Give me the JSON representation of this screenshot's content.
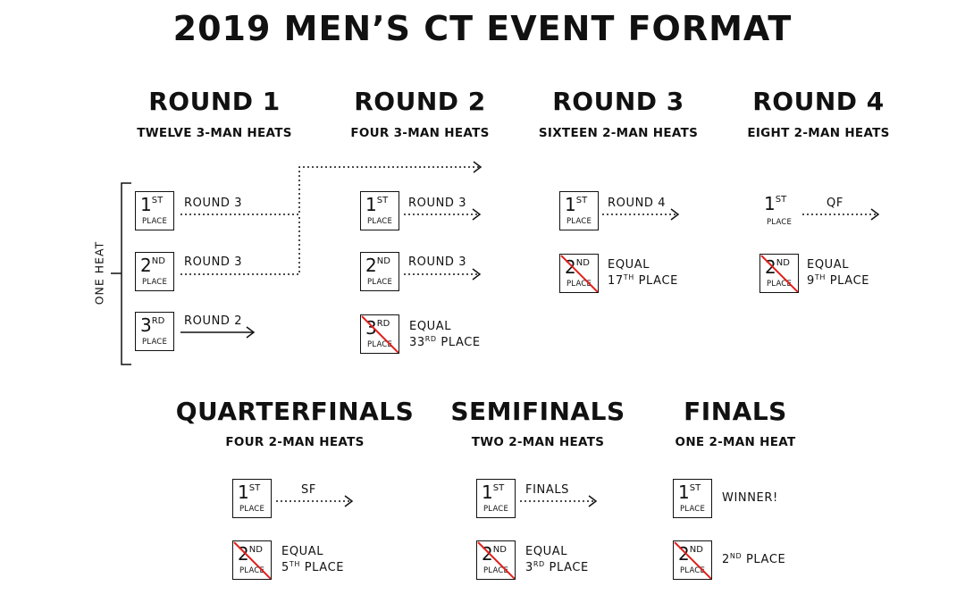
{
  "title": "2019 MEN’S CT EVENT FORMAT",
  "one_heat": "ONE HEAT",
  "place_label": "PLACE",
  "places": {
    "first": {
      "num": "1",
      "sup": "ST"
    },
    "second": {
      "num": "2",
      "sup": "ND"
    },
    "third": {
      "num": "3",
      "sup": "RD"
    }
  },
  "rounds": {
    "r1": {
      "title": "ROUND 1",
      "sub": "TWELVE 3-MAN HEATS",
      "first": "ROUND 3",
      "second": "ROUND 3",
      "third": "ROUND 2"
    },
    "r2": {
      "title": "ROUND 2",
      "sub": "FOUR 3-MAN HEATS",
      "first": "ROUND 3",
      "second": "ROUND 3",
      "third_a": "EQUAL",
      "third_b": "33",
      "third_sup": "RD",
      "third_c": "PLACE"
    },
    "r3": {
      "title": "ROUND 3",
      "sub": "SIXTEEN 2-MAN HEATS",
      "first": "ROUND 4",
      "second_a": "EQUAL",
      "second_b": "17",
      "second_sup": "TH",
      "second_c": "PLACE"
    },
    "r4": {
      "title": "ROUND 4",
      "sub": "EIGHT 2-MAN HEATS",
      "first": "QF",
      "second_a": "EQUAL",
      "second_b": "9",
      "second_sup": "TH",
      "second_c": "PLACE"
    },
    "qf": {
      "title": "QUARTERFINALS",
      "sub": "FOUR 2-MAN HEATS",
      "first": "SF",
      "second_a": "EQUAL",
      "second_b": "5",
      "second_sup": "TH",
      "second_c": "PLACE"
    },
    "sf": {
      "title": "SEMIFINALS",
      "sub": "TWO 2-MAN HEATS",
      "first": "FINALS",
      "second_a": "EQUAL",
      "second_b": "3",
      "second_sup": "RD",
      "second_c": "PLACE"
    },
    "fin": {
      "title": "FINALS",
      "sub": "ONE 2-MAN HEAT",
      "first": "WINNER!",
      "second_b": "2",
      "second_sup": "ND",
      "second_c": "PLACE"
    }
  },
  "colors": {
    "ink": "#111111",
    "eliminated": "#e0201b"
  }
}
